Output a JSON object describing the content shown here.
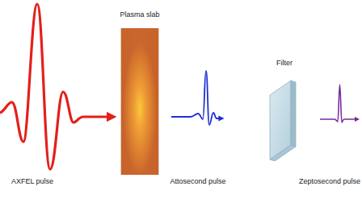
{
  "diagram": {
    "nodes": [
      {
        "text": [
          "Plasma slab"
        ]
      },
      {
        "text": [
          "Filter"
        ]
      }
    ],
    "labels": [
      "AXFEL pulse",
      "Attosecond pulse",
      "Zeptosecond pulse"
    ]
  }
}
